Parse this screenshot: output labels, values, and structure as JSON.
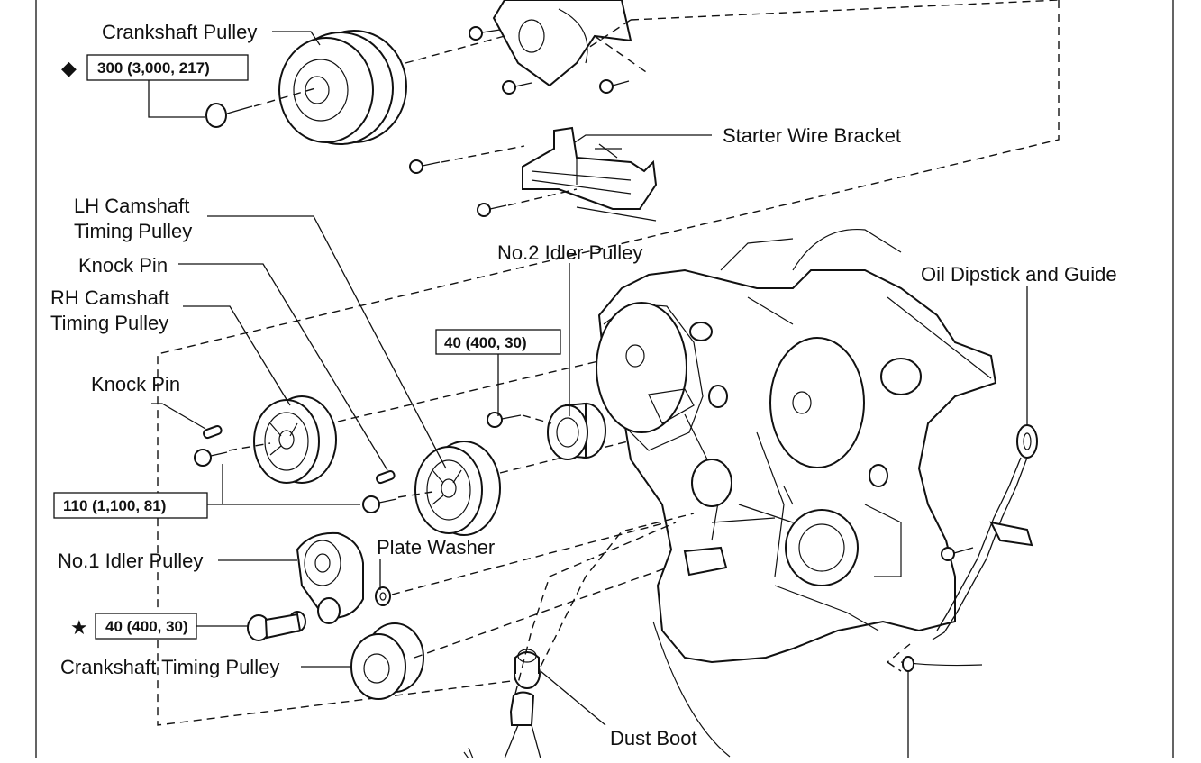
{
  "labels": {
    "crankshaft_pulley": "Crankshaft Pulley",
    "starter_wire_bracket": "Starter Wire Bracket",
    "lh_camshaft_line1": "LH Camshaft",
    "lh_camshaft_line2": "Timing Pulley",
    "knock_pin_upper": "Knock Pin",
    "rh_camshaft_line1": "RH Camshaft",
    "rh_camshaft_line2": "Timing Pulley",
    "knock_pin_lower": "Knock Pin",
    "no2_idler_pulley": "No.2 Idler Pulley",
    "oil_dipstick": "Oil Dipstick and Guide",
    "no1_idler_pulley": "No.1 Idler Pulley",
    "plate_washer": "Plate Washer",
    "crankshaft_timing_pulley": "Crankshaft Timing Pulley",
    "dust_boot": "Dust Boot"
  },
  "torque_specs": {
    "crankshaft_bolt": "300 (3,000, 217)",
    "idler2_bolt": "40 (400, 30)",
    "camshaft_bolts": "110 (1,100, 81)",
    "idler1_bolt": "40 (400, 30)"
  },
  "symbols": {
    "diamond": "◆",
    "star": "★"
  }
}
